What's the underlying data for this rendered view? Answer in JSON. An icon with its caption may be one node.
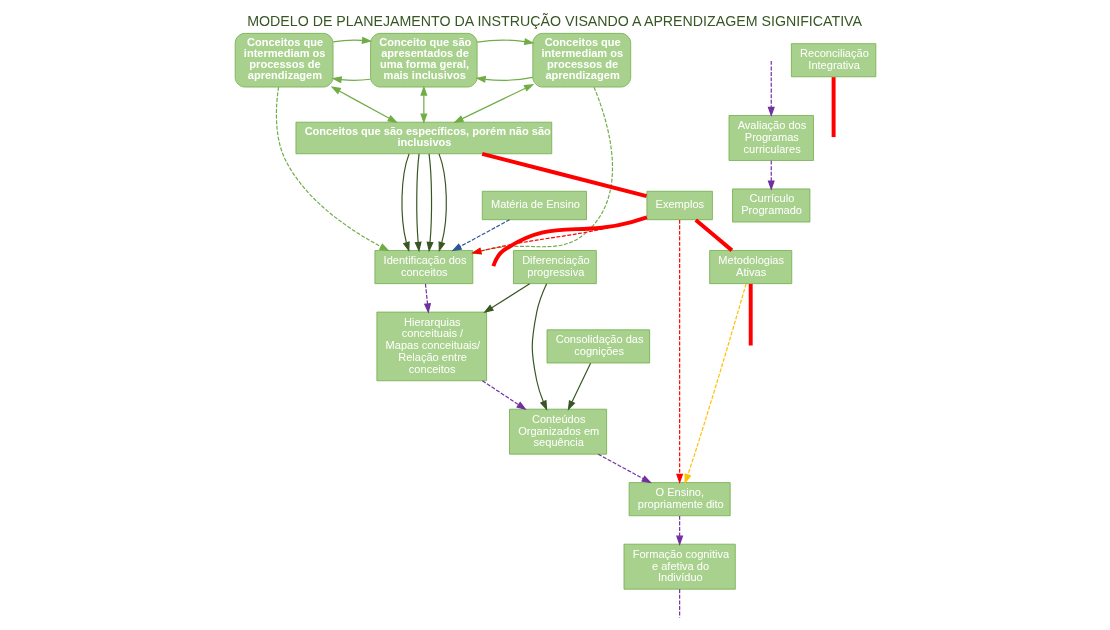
{
  "diagram": {
    "title": "MODELO DE PLANEJAMENTO DA INSTRUÇÃO VISANDO A APRENDIZAGEM SIGNIFICATIVA",
    "nodes": [
      {
        "text": [
          "Conceitos que intermediam os processos de aprendizagem"
        ]
      },
      {
        "text": [
          "Conceito que são apresentados de uma forma geral, mais inclusivos"
        ]
      },
      {
        "text": [
          "Conceitos que intermediam os processos de aprendizagem"
        ]
      },
      {
        "text": [
          "Conceitos que são específicos, porém não são inclusivos"
        ]
      },
      {
        "text": [
          "Matéria de Ensino"
        ]
      },
      {
        "text": [
          "Identificação dos conceitos"
        ]
      },
      {
        "text": [
          "Exemplos"
        ]
      },
      {
        "text": [
          "Formação cognitiva e afetiva do Indivíduo"
        ]
      },
      {
        "text": [
          "Hierarquias conceituais / Mapas conceituais/Relação entre conceitos"
        ]
      },
      {
        "text": [
          "Diferenciação progressiva"
        ]
      },
      {
        "text": [
          "Consolidação das cognições"
        ]
      },
      {
        "text": [
          "Conteúdos Organizados em sequência"
        ]
      },
      {
        "text": [
          "O Ensino, propriamente dito"
        ]
      },
      {
        "text": [
          "Metodologias Ativas"
        ]
      },
      {
        "text": [
          "Avaliação dos Programas curriculares"
        ]
      },
      {
        "text": [
          "Reconciliação Integrativa"
        ]
      },
      {
        "text": [
          "Currículo Programado"
        ]
      }
    ],
    "edges": [
      {
        "from": 0,
        "to": 1,
        "arrow": "to"
      },
      {
        "from": 1,
        "to": 0,
        "arrow": "to"
      },
      {
        "from": 1,
        "to": 2,
        "arrow": "to"
      },
      {
        "from": 2,
        "to": 1,
        "arrow": "to"
      },
      {
        "from": 0,
        "to": 3,
        "arrow": "both"
      },
      {
        "from": 1,
        "to": 3,
        "arrow": "both"
      },
      {
        "from": 2,
        "to": 3,
        "arrow": "both"
      },
      {
        "from": 0,
        "to": 5,
        "arrow": "to",
        "style": "dashed",
        "color": "#70ad47"
      },
      {
        "from": 2,
        "to": 5,
        "arrow": "to",
        "style": "dashed",
        "color": "#70ad47"
      },
      {
        "from": 3,
        "to": 5,
        "arrow": "to",
        "color": "#375623"
      },
      {
        "from": 3,
        "to": 5,
        "arrow": "to",
        "color": "#375623"
      },
      {
        "from": 3,
        "to": 5,
        "arrow": "to",
        "color": "#375623"
      },
      {
        "from": 3,
        "to": 5,
        "arrow": "to",
        "color": "#375623"
      },
      {
        "from": 4,
        "to": 5,
        "arrow": "to",
        "style": "dashed",
        "color": "#2f5597"
      },
      {
        "from": 3,
        "to": 6,
        "arrow": "none",
        "style": "thick",
        "color": "#ff0000"
      },
      {
        "from": 6,
        "to": 5,
        "arrow": "to",
        "style": "dashed",
        "color": "#ff0000"
      },
      {
        "from": 6,
        "to": 13,
        "arrow": "none",
        "style": "thick",
        "color": "#ff0000"
      },
      {
        "from": 6,
        "to": null,
        "arrow": "none",
        "style": "thick",
        "color": "#ff0000"
      },
      {
        "from": 6,
        "to": 12,
        "arrow": "to",
        "style": "dashed",
        "color": "#ff0000"
      },
      {
        "from": 5,
        "to": 8,
        "arrow": "to",
        "style": "dashed",
        "color": "#7030a0"
      },
      {
        "from": 8,
        "to": 11,
        "arrow": "to",
        "style": "dashed",
        "color": "#7030a0"
      },
      {
        "from": 11,
        "to": 12,
        "arrow": "to",
        "style": "dashed",
        "color": "#7030a0"
      },
      {
        "from": 12,
        "to": 7,
        "arrow": "to",
        "style": "dashed",
        "color": "#7030a0"
      },
      {
        "from": 7,
        "to": null,
        "arrow": "none",
        "style": "dashed",
        "color": "#7030a0"
      },
      {
        "from": null,
        "to": 14,
        "arrow": "to",
        "style": "dashed",
        "color": "#7030a0"
      },
      {
        "from": 9,
        "to": 8,
        "arrow": "to",
        "color": "#375623"
      },
      {
        "from": 9,
        "to": 11,
        "arrow": "to",
        "color": "#375623"
      },
      {
        "from": 10,
        "to": 11,
        "arrow": "to",
        "color": "#375623"
      },
      {
        "from": 13,
        "to": 12,
        "arrow": "to",
        "style": "dashed",
        "color": "#ffc000"
      },
      {
        "from": 13,
        "to": null,
        "arrow": "none",
        "style": "thick",
        "color": "#ff0000"
      },
      {
        "from": 14,
        "to": 16,
        "arrow": "to",
        "style": "dashed",
        "color": "#7030a0"
      },
      {
        "from": 15,
        "to": null,
        "arrow": "none",
        "style": "thick",
        "color": "#ff0000"
      }
    ]
  }
}
